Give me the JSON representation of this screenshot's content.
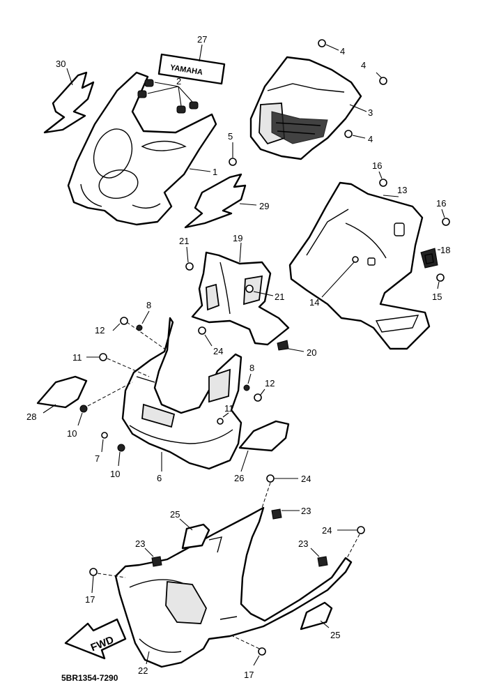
{
  "document_code": "5BR1354-7290",
  "logo_text": "YAMAHA",
  "fwd_label": "FWD",
  "callouts": {
    "c1": "1",
    "c2": "2",
    "c3": "3",
    "c4a": "4",
    "c4b": "4",
    "c4c": "4",
    "c5": "5",
    "c6": "6",
    "c7": "7",
    "c8a": "8",
    "c8b": "8",
    "c10a": "10",
    "c10b": "10",
    "c11a": "11",
    "c11b": "11",
    "c12a": "12",
    "c12b": "12",
    "c13": "13",
    "c14": "14",
    "c15": "15",
    "c16a": "16",
    "c16b": "16",
    "c17a": "17",
    "c17b": "17",
    "c18": "18",
    "c19": "19",
    "c20": "20",
    "c21a": "21",
    "c21b": "21",
    "c22": "22",
    "c23a": "23",
    "c23b": "23",
    "c23c": "23",
    "c24a": "24",
    "c24b": "24",
    "c24c": "24",
    "c25a": "25",
    "c25b": "25",
    "c26": "26",
    "c27": "27",
    "c28": "28",
    "c29": "29",
    "c30": "30"
  }
}
